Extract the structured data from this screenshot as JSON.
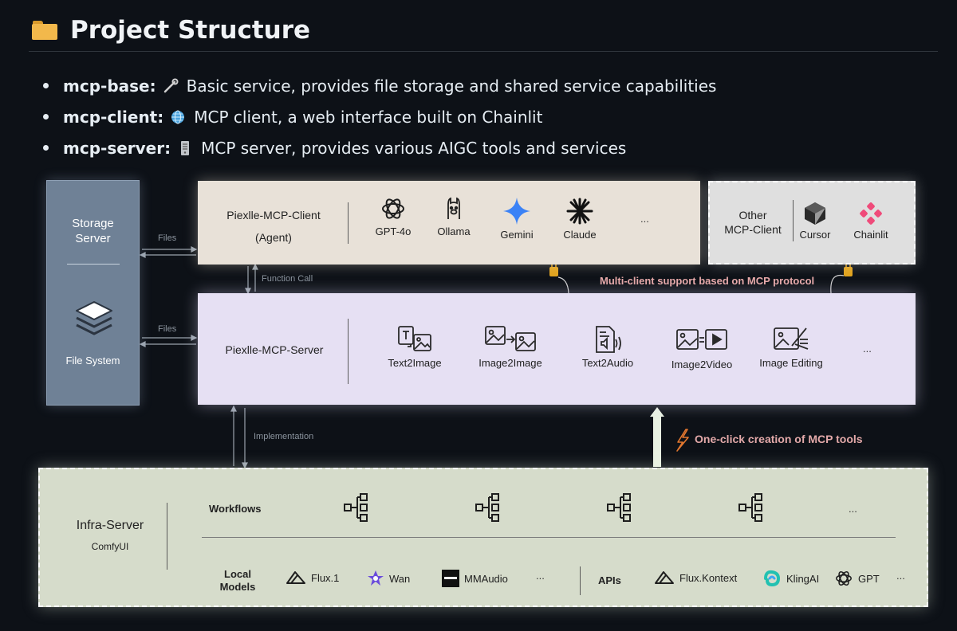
{
  "header": {
    "title": "Project Structure",
    "icon": "folder-icon"
  },
  "bullets": [
    {
      "name": "mcp-base:",
      "icon": "wrench-icon",
      "text": "Basic service, provides file storage and shared service capabilities"
    },
    {
      "name": "mcp-client:",
      "icon": "globe-icon",
      "text": "MCP client, a web interface built on Chainlit"
    },
    {
      "name": "mcp-server:",
      "icon": "server-icon",
      "text": "MCP server, provides various AIGC tools and services"
    }
  ],
  "diagram": {
    "storage": {
      "title_line1": "Storage",
      "title_line2": "Server",
      "fs_label": "File System"
    },
    "client": {
      "title_line1": "Piexlle-MCP-Client",
      "title_line2": "(Agent)",
      "models": [
        "GPT-4o",
        "Ollama",
        "Gemini",
        "Claude"
      ],
      "more": "..."
    },
    "other": {
      "title_line1": "Other",
      "title_line2": "MCP-Client",
      "apps": [
        "Cursor",
        "Chainlit"
      ]
    },
    "server": {
      "title": "Piexlle-MCP-Server",
      "tools": [
        "Text2Image",
        "Image2Image",
        "Text2Audio",
        "Image2Video",
        "Image Editing"
      ],
      "more": "..."
    },
    "infra": {
      "title": "Infra-Server",
      "subtitle": "ComfyUI",
      "workflows_label": "Workflows",
      "workflow_more": "...",
      "local_label_line1": "Local",
      "local_label_line2": "Models",
      "local_models": [
        "Flux.1",
        "Wan",
        "MMAudio"
      ],
      "local_more": "...",
      "apis_label": "APIs",
      "apis": [
        "Flux.Kontext",
        "KlingAI",
        "GPT"
      ],
      "apis_more": "..."
    },
    "edges": {
      "files_top": "Files",
      "files_mid": "Files",
      "function_call": "Function Call",
      "implementation": "Implementation"
    },
    "notes": {
      "multi_client": "Multi-client support based on MCP protocol",
      "one_click": "One-click creation of MCP tools"
    },
    "colors": {
      "storage": "#6f8196",
      "client": "#e8e1d8",
      "server": "#e6e0f3",
      "infra": "#d6dccb",
      "gemini": "#3b82f6",
      "chainlit": "#ef4b7a",
      "bolt": "#e3772f",
      "plug": "#e0a21c"
    }
  }
}
